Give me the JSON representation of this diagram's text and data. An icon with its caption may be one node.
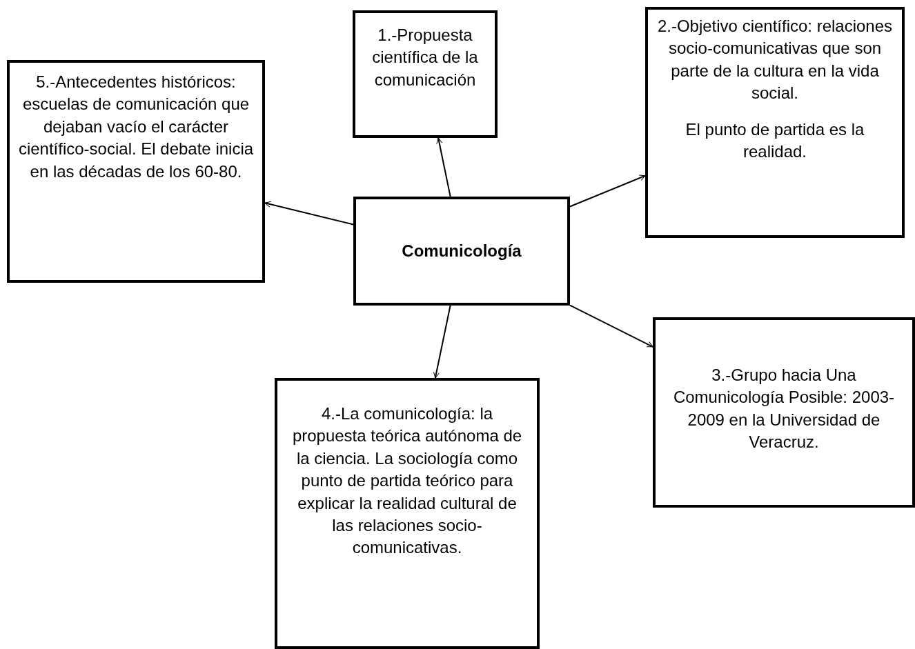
{
  "diagram": {
    "nodes": [
      {
        "text": [
          "1.-Propuesta científica de la comunicación"
        ]
      },
      {
        "text": [
          "2.-Objetivo científico: relaciones socio-comunicativas que son parte de la cultura en la vida social.",
          "El punto de partida es la realidad."
        ]
      },
      {
        "text": [
          "5.-Antecedentes históricos: escuelas de comunicación que dejaban vacío el carácter científico-social. El debate inicia en las décadas de los 60-80."
        ]
      },
      {
        "text": [
          "Comunicología"
        ]
      },
      {
        "text": [
          "3.-Grupo hacia Una Comunicología Posible: 2003-2009 en la Universidad de Veracruz."
        ]
      },
      {
        "text": [
          "4.-La comunicología: la propuesta teórica autónoma de la ciencia. La sociología como punto de partida teórico para explicar la realidad cultural de las relaciones socio-comunicativas."
        ]
      }
    ],
    "edges": [
      {
        "from": 3,
        "to": 0,
        "arrow": "to"
      },
      {
        "from": 3,
        "to": 1,
        "arrow": "to"
      },
      {
        "from": 3,
        "to": 2,
        "arrow": "to"
      },
      {
        "from": 3,
        "to": 4,
        "arrow": "to"
      },
      {
        "from": 3,
        "to": 5,
        "arrow": "to"
      }
    ]
  }
}
